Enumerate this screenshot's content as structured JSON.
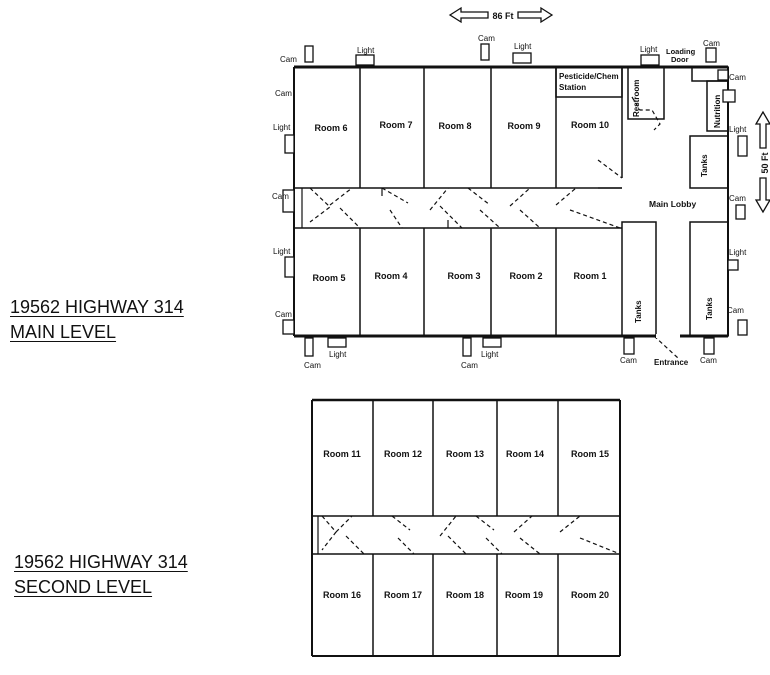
{
  "dimensions": {
    "width": "86 Ft",
    "height": "50 Ft"
  },
  "main_level": {
    "title_line1": "19562 HIGHWAY 314",
    "title_line2": "MAIN LEVEL",
    "rooms": {
      "r6": "Room 6",
      "r7": "Room 7",
      "r8": "Room 8",
      "r9": "Room 9",
      "r10": "Room 10",
      "r5": "Room 5",
      "r4": "Room 4",
      "r3": "Room 3",
      "r2": "Room 2",
      "r1": "Room 1"
    },
    "areas": {
      "pesticide_line1": "Pesticide/Chem",
      "pesticide_line2": "Station",
      "restroom": "Restroom",
      "loading_line1": "Loading",
      "loading_line2": "Door",
      "nutrition": "Nutrition",
      "main_lobby": "Main Lobby",
      "tanks": "Tanks",
      "entrance": "Entrance"
    },
    "devices": {
      "cam": "Cam",
      "light": "Light"
    }
  },
  "second_level": {
    "title_line1": "19562 HIGHWAY 314",
    "title_line2": "SECOND LEVEL",
    "rooms": {
      "r11": "Room 11",
      "r12": "Room 12",
      "r13": "Room 13",
      "r14": "Room 14",
      "r15": "Room 15",
      "r16": "Room 16",
      "r17": "Room 17",
      "r18": "Room 18",
      "r19": "Room 19",
      "r20": "Room 20"
    }
  }
}
